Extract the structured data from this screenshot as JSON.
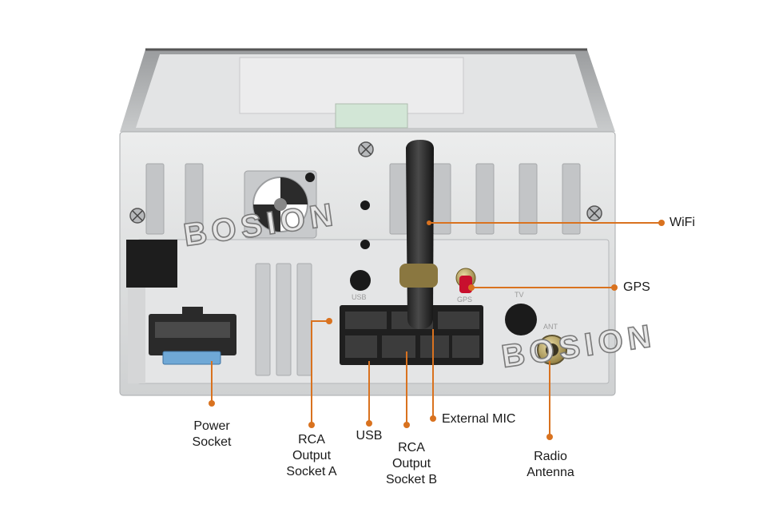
{
  "watermark": "BOSION",
  "panel_marks": {
    "gps": "GPS",
    "tv": "TV",
    "ant": "ANT",
    "usb": "USB"
  },
  "colors": {
    "leader_line": "#d9721f",
    "chassis": "#d9dadb",
    "panel": "#e7e8e9",
    "label_text": "#1a1a1a"
  },
  "callouts": {
    "wifi": "WiFi",
    "gps": "GPS",
    "external_mic": "External MIC",
    "usb": "USB",
    "power_socket": [
      "Power",
      "Socket"
    ],
    "rca_a": [
      "RCA",
      "Output",
      "Socket A"
    ],
    "rca_b": [
      "RCA",
      "Output",
      "Socket B"
    ],
    "radio_antenna": [
      "Radio",
      "Antenna"
    ]
  }
}
